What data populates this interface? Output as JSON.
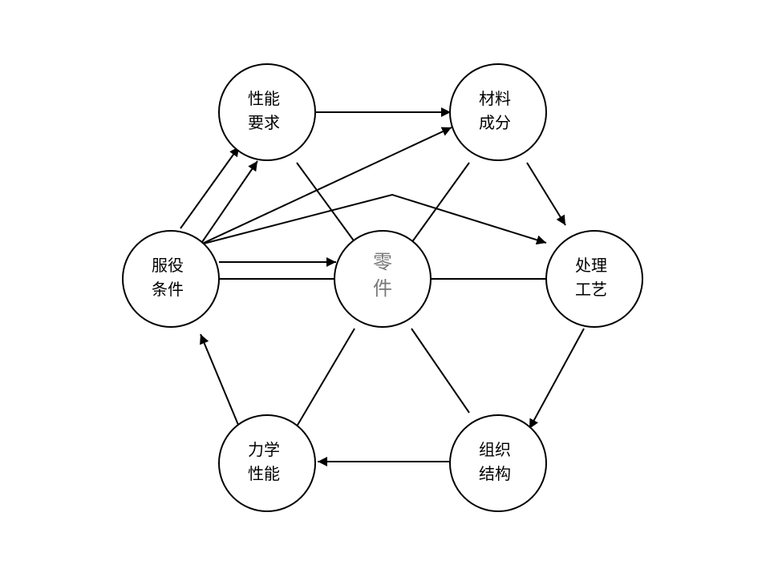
{
  "nodes": {
    "service": {
      "line1": "服役",
      "line2": "条件"
    },
    "part": {
      "line1": "零",
      "line2": "件"
    },
    "process": {
      "line1": "处理",
      "line2": "工艺"
    },
    "requirement": {
      "line1": "性能",
      "line2": "要求"
    },
    "material": {
      "line1": "材料",
      "line2": "成分"
    },
    "mechanical": {
      "line1": "力学",
      "line2": "性能"
    },
    "structure": {
      "line1": "组织",
      "line2": "结构"
    }
  },
  "colors": {
    "stroke": "#000000",
    "center_text": "#777777"
  }
}
